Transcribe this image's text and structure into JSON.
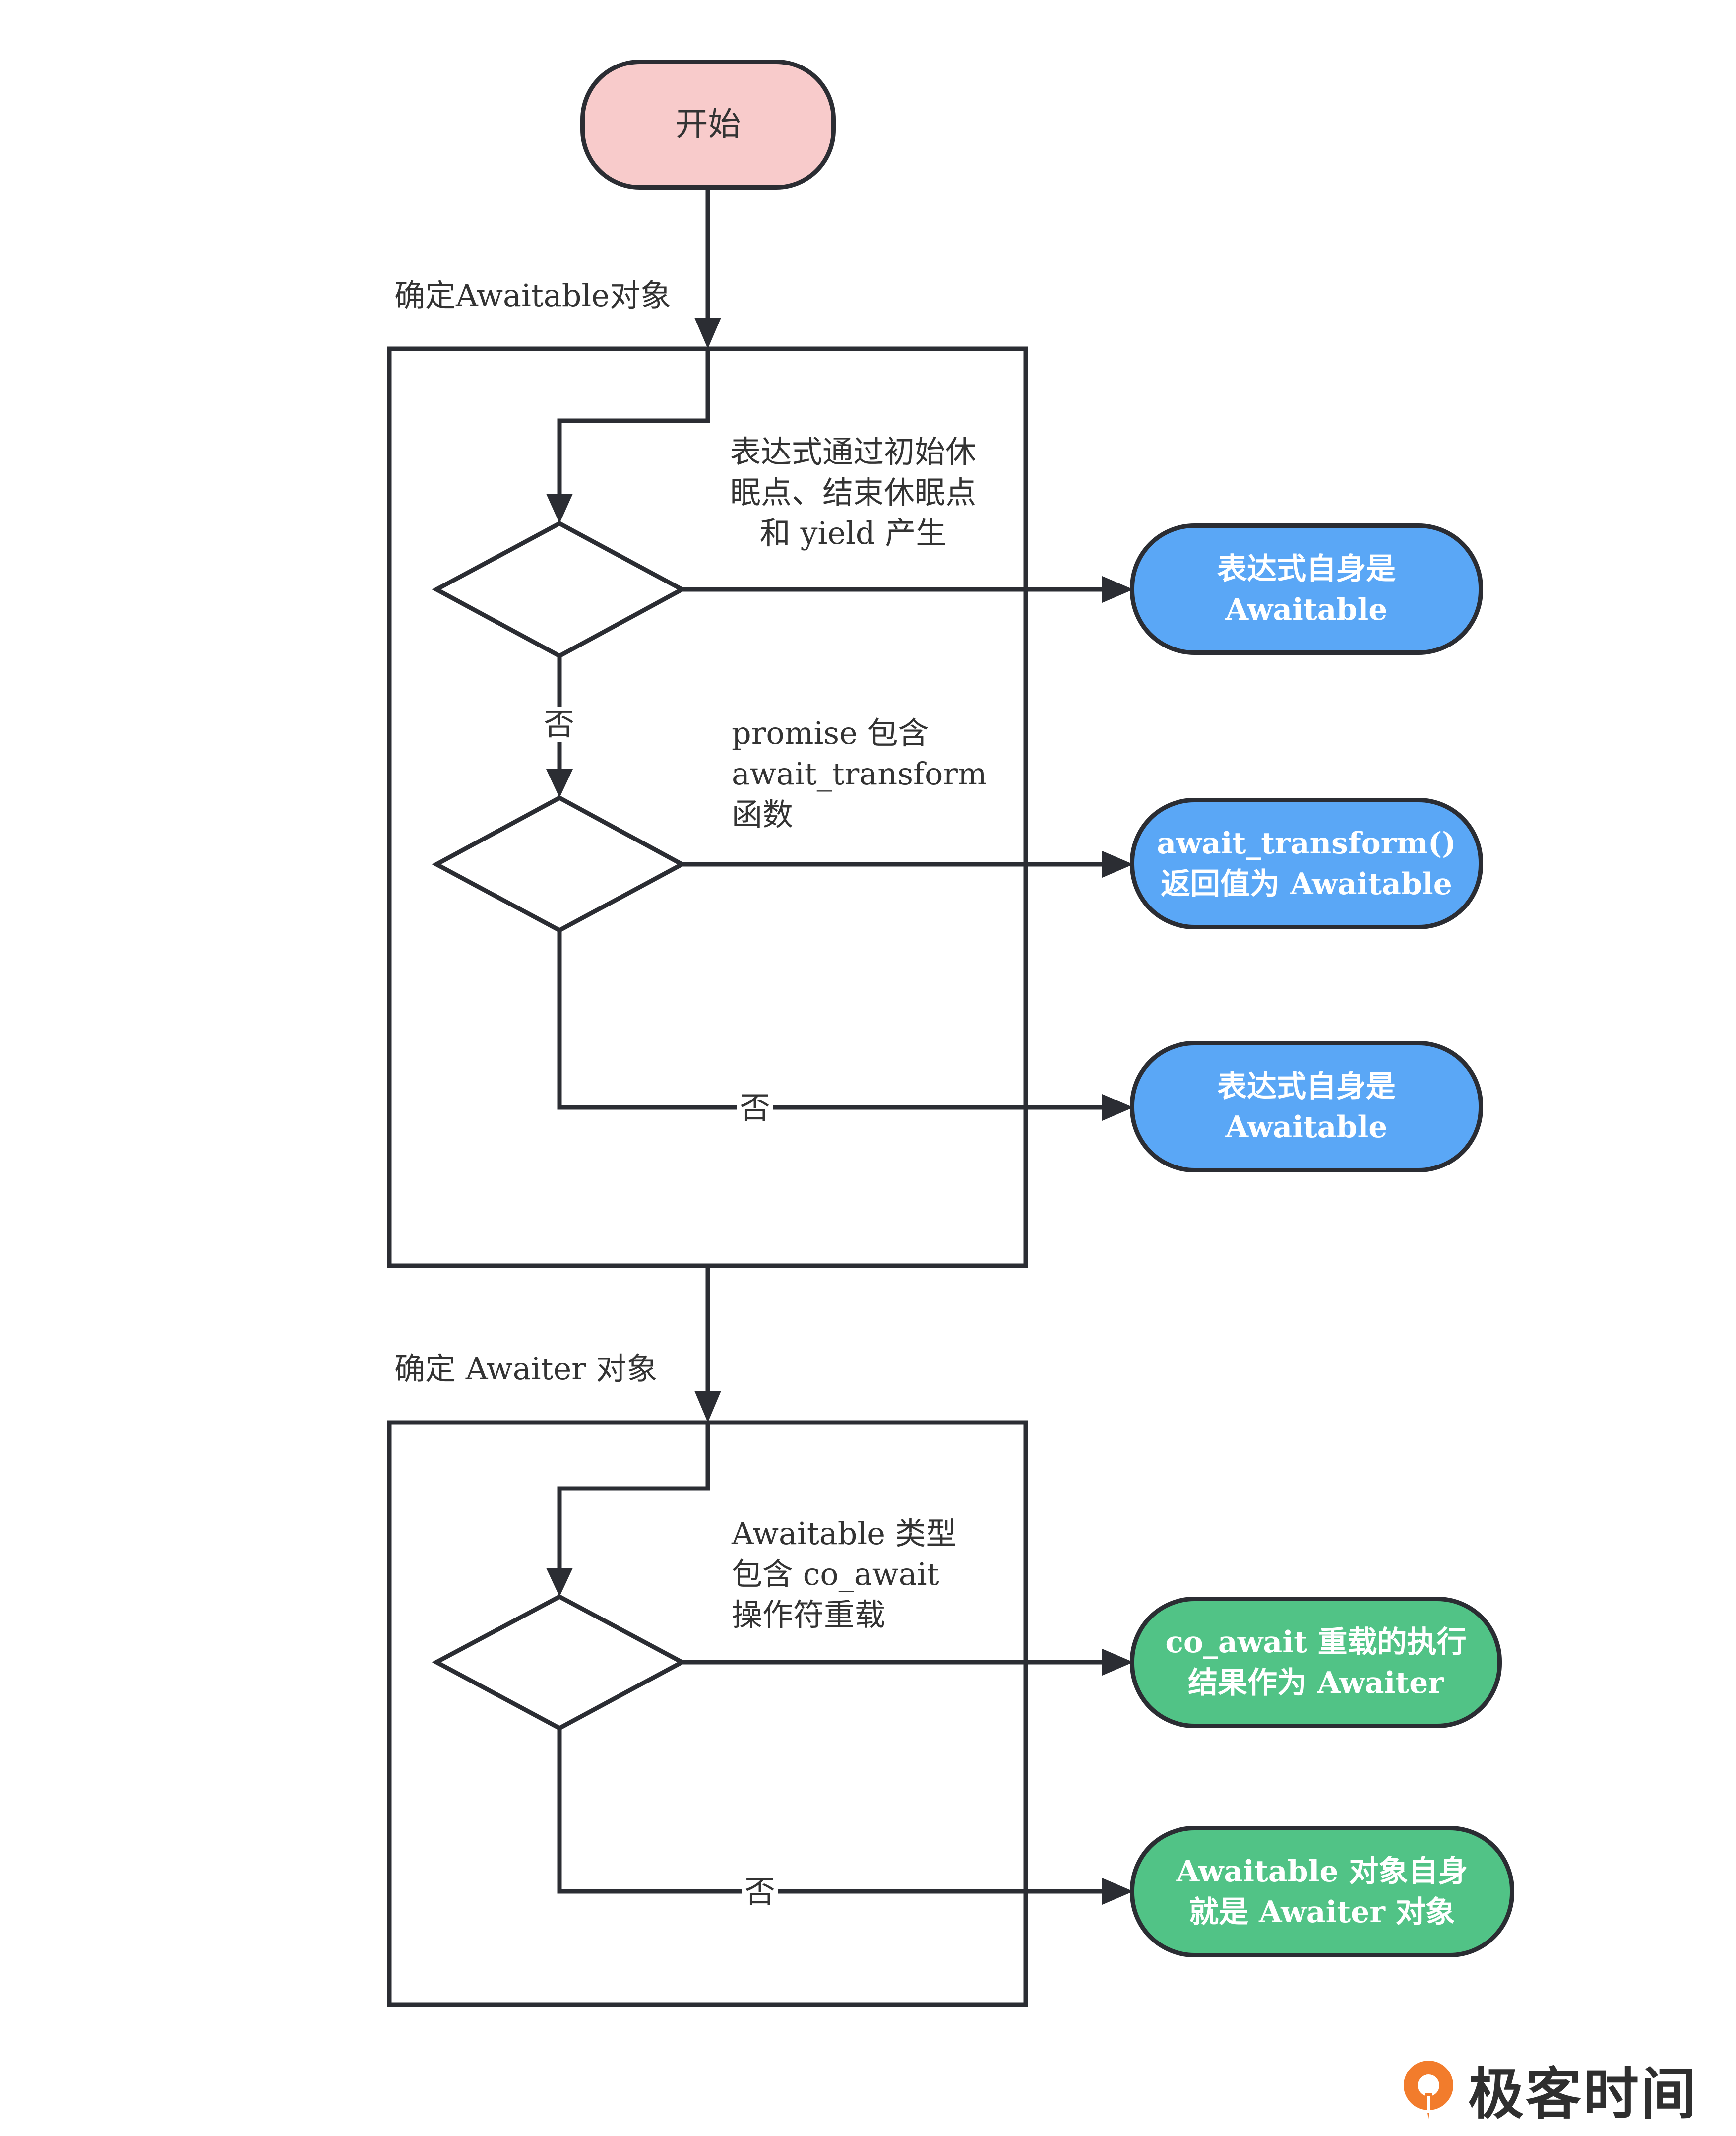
{
  "start": {
    "label": "开始"
  },
  "sections": [
    {
      "title": "确定Awaitable对象"
    },
    {
      "title": "确定 Awaiter 对象"
    }
  ],
  "decisions": [
    {
      "lines": [
        "表达式通过初始休",
        "眠点、结束休眠点",
        "和 yield 产生"
      ]
    },
    {
      "lines": [
        "promise 包含",
        "await_transform",
        "函数"
      ]
    },
    {
      "lines": [
        "Awaitable 类型",
        "包含 co_await",
        "操作符重载"
      ]
    }
  ],
  "results": [
    {
      "lines": [
        "表达式自身是",
        "Awaitable"
      ],
      "color": "#5aa7f6"
    },
    {
      "lines": [
        "await_transform()",
        "返回值为 Awaitable"
      ],
      "color": "#5aa7f6"
    },
    {
      "lines": [
        "表达式自身是",
        "Awaitable"
      ],
      "color": "#5aa7f6"
    },
    {
      "lines": [
        "co_await 重载的执行",
        "结果作为 Awaiter"
      ],
      "color": "#51c386"
    },
    {
      "lines": [
        "Awaitable 对象自身",
        "就是 Awaiter 对象"
      ],
      "color": "#51c386"
    }
  ],
  "branch_labels": {
    "no": "否"
  },
  "colors": {
    "stroke": "#2b2d33",
    "start_fill": "#f8cbcb",
    "blue": "#5aa7f6",
    "green": "#51c386"
  },
  "brand": {
    "name": "极客时间",
    "icon": "geektime-logo-icon"
  }
}
